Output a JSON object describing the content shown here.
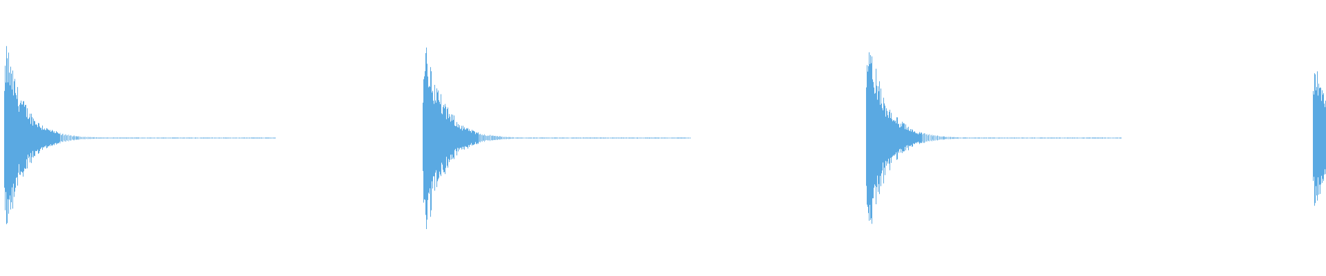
{
  "waveform": {
    "color": "#5aa9e2",
    "background": "#ffffff",
    "hits": [
      {
        "onset": 0.003,
        "peak": 0.94,
        "decay": 0.014,
        "tail_end": 0.208
      },
      {
        "onset": 0.319,
        "peak": 1.0,
        "decay": 0.014,
        "tail_end": 0.521
      },
      {
        "onset": 0.653,
        "peak": 0.99,
        "decay": 0.014,
        "tail_end": 0.846
      },
      {
        "onset": 0.99,
        "peak": 0.82,
        "decay": 0.014,
        "tail_end": 1.0
      }
    ]
  }
}
